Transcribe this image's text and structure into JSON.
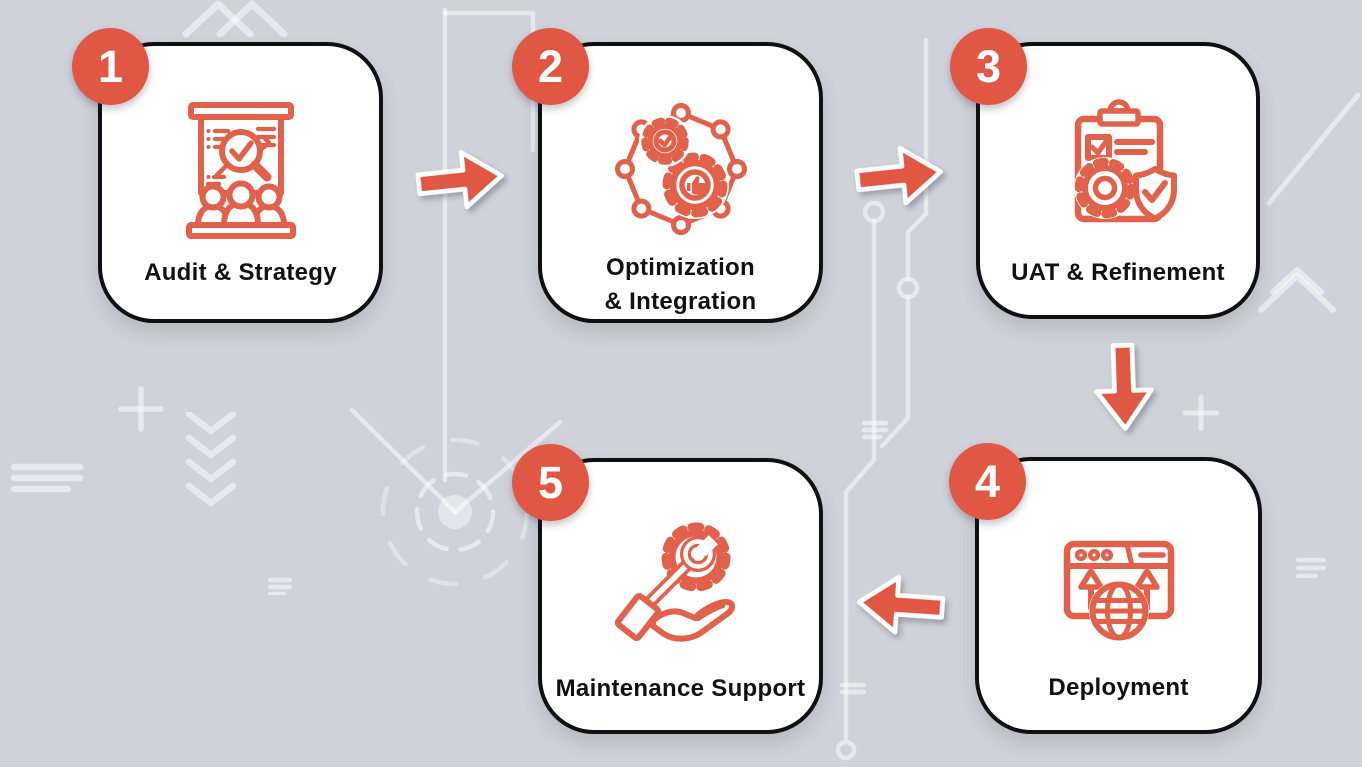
{
  "colors": {
    "background": "#CFD2DA",
    "card_fill": "#FFFFFF",
    "card_border": "#101010",
    "accent": "#E05843",
    "icon_stroke": "#E1614B",
    "label_text": "#111111",
    "badge_text": "#FFFFFF"
  },
  "steps": [
    {
      "number": "1",
      "label": "Audit & Strategy",
      "icon": "presentation-analysis-icon"
    },
    {
      "number": "2",
      "label": "Optimization & Integration",
      "label_lines": [
        "Optimization",
        "& Integration"
      ],
      "icon": "connected-gears-icon"
    },
    {
      "number": "3",
      "label": "UAT & Refinement",
      "icon": "clipboard-gear-shield-icon"
    },
    {
      "number": "4",
      "label": "Deployment",
      "icon": "browser-launch-globe-icon"
    },
    {
      "number": "5",
      "label": "Maintenance Support",
      "icon": "hand-holding-gear-wrench-icon"
    }
  ],
  "flow": [
    {
      "from": "1",
      "to": "2",
      "direction": "right"
    },
    {
      "from": "2",
      "to": "3",
      "direction": "right"
    },
    {
      "from": "3",
      "to": "4",
      "direction": "down"
    },
    {
      "from": "4",
      "to": "5",
      "direction": "left"
    }
  ]
}
